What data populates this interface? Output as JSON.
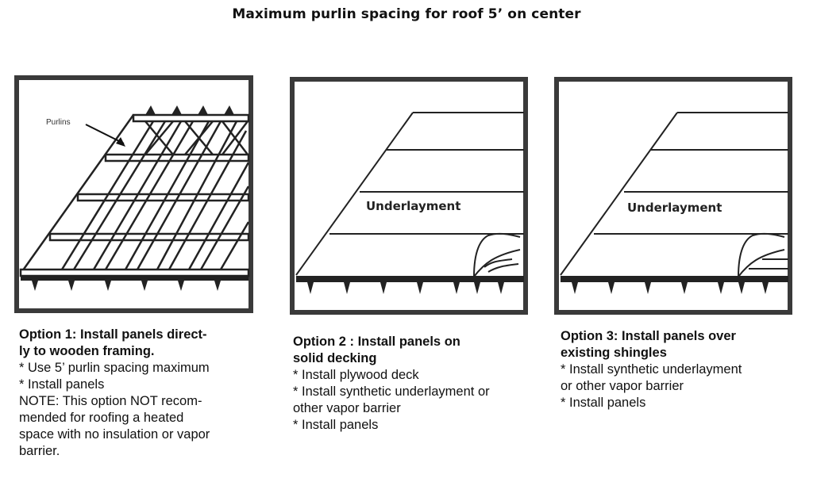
{
  "title": "Maximum purlin spacing for roof 5’ on center",
  "panels": [
    {
      "label": "Purlins",
      "caption_head": "Option 1: Install panels direct-\nly to wooden framing.",
      "caption_body": "* Use 5’ purlin spacing maximum\n* Install panels\nNOTE: This option NOT recom-\nmended for roofing a heated\nspace with no insulation or vapor\nbarrier."
    },
    {
      "label": "Underlayment",
      "caption_head": "Option 2 : Install panels on\nsolid decking",
      "caption_body": "* Install plywood deck\n* Install synthetic underlayment or\nother vapor barrier\n* Install panels"
    },
    {
      "label": "Underlayment",
      "caption_head": "Option 3: Install panels over\nexisting shingles",
      "caption_body": "* Install synthetic underlayment\nor other vapor barrier\n* Install panels"
    }
  ]
}
